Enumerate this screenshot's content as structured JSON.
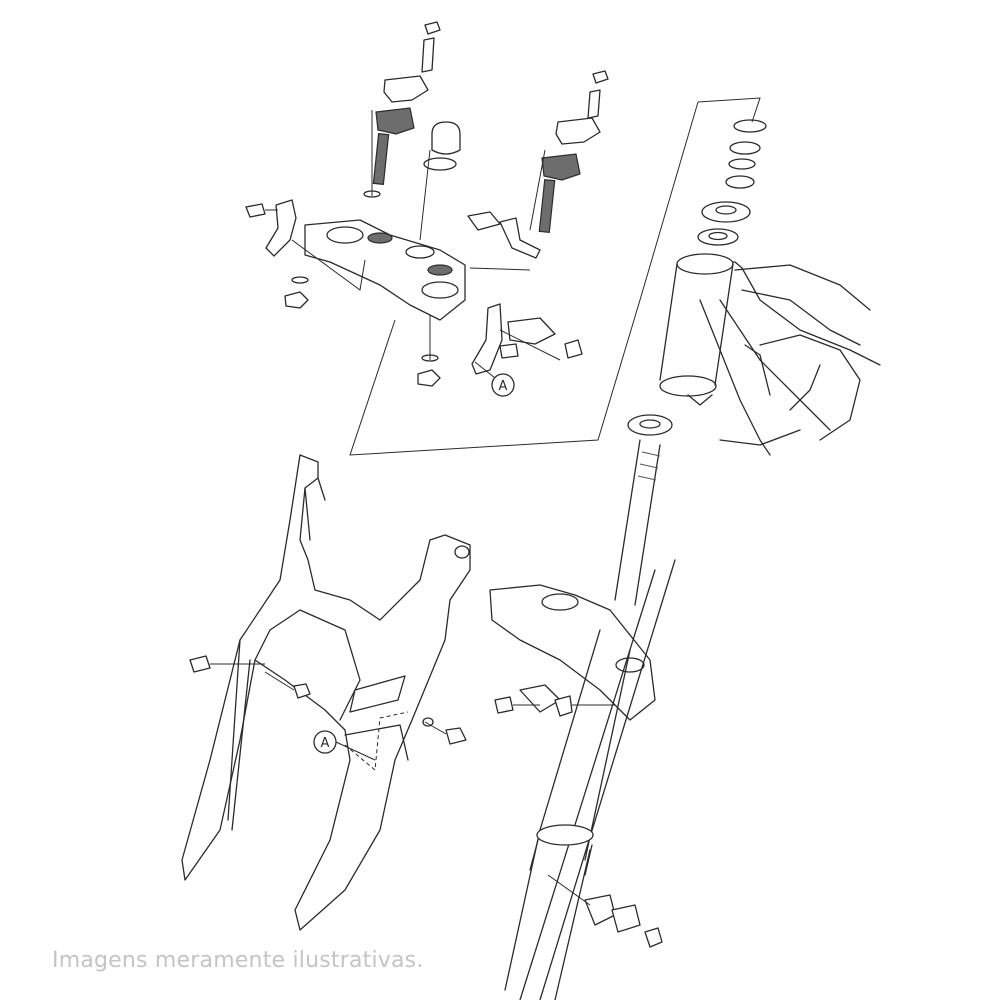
{
  "diagram": {
    "callouts": [
      {
        "id": "upper",
        "label": "A"
      },
      {
        "id": "lower",
        "label": "A"
      }
    ]
  },
  "caption": "Imagens meramente ilustrativas."
}
